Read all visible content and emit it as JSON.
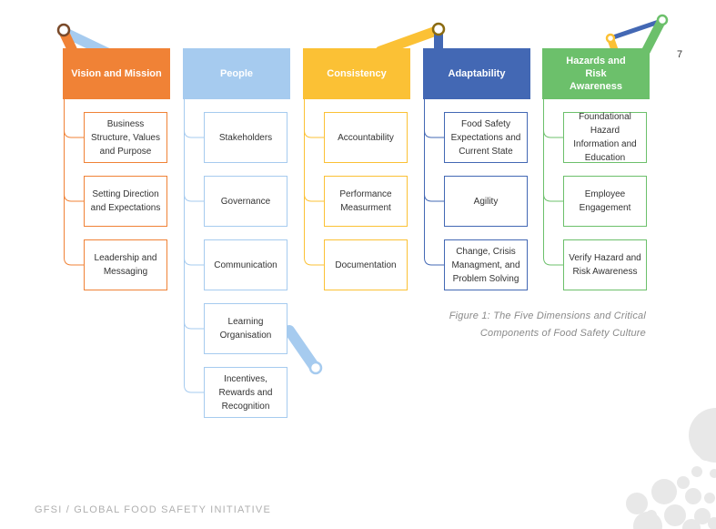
{
  "page_number": "7",
  "columns": [
    {
      "title": "Vision and Mission",
      "color": "#F08236",
      "items": [
        "Business Structure, Values and Purpose",
        "Setting Direction and Expectations",
        "Leadership and Messaging"
      ]
    },
    {
      "title": "People",
      "color": "#A6CBEF",
      "items": [
        "Stakeholders",
        "Governance",
        "Communication",
        "Learning Organisation",
        "Incentives, Rewards and Recognition"
      ]
    },
    {
      "title": "Consistency",
      "color": "#FBC135",
      "items": [
        "Accountability",
        "Performance Measurment",
        "Documentation"
      ]
    },
    {
      "title": "Adaptability",
      "color": "#4368B4",
      "items": [
        "Food Safety Expectations and Current State",
        "Agility",
        "Change, Crisis Managment, and Problem Solving"
      ]
    },
    {
      "title": "Hazards and Risk Awareness",
      "color": "#6CC06B",
      "items": [
        "Foundational Hazard Information and Education",
        "Employee Engagement",
        "Verify Hazard and Risk Awareness"
      ]
    }
  ],
  "caption_line1": "Figure 1: The Five Dimensions and Critical",
  "caption_line2": "Components of Food Safety Culture",
  "footer": "GFSI /  GLOBAL FOOD SAFETY INITIATIVE"
}
